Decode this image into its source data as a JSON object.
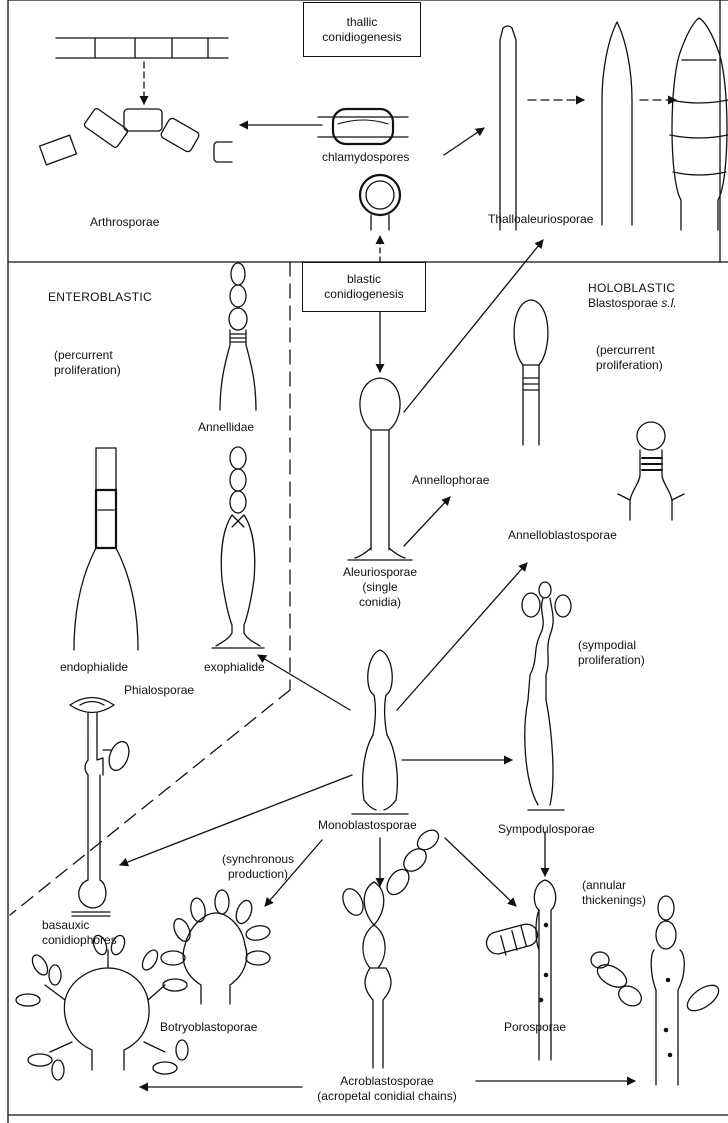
{
  "thallic": {
    "title": [
      "thallic",
      "conidiogenesis"
    ],
    "chlamydospores": "chlamydospores",
    "arthrosporae": "Arthrosporae",
    "thalloaleuriosporae": "Thalloaleuriosporae"
  },
  "blastic": {
    "title": [
      "blastic",
      "conidiogenesis"
    ]
  },
  "enteroblastic": {
    "heading": "ENTEROBLASTIC",
    "percurrent": [
      "(percurrent",
      "proliferation)"
    ],
    "annellidae": "Annellidae",
    "endophialide": "endophialide",
    "exophialide": "exophialide",
    "phialosporae": "Phialosporae"
  },
  "holoblastic": {
    "heading": "HOLOBLASTIC",
    "subheading": "Blastosporae",
    "subheading_italic": "s.l.",
    "percurrent": [
      "(percurrent",
      "proliferation)"
    ],
    "annellophorae": "Annellophorae",
    "annelloblastosporae": "Annelloblastosporae",
    "aleuriosporae": [
      "Aleuriosporae",
      "(single",
      "conidia)"
    ],
    "sympodial": [
      "(sympodial",
      "proliferation)"
    ],
    "sympodulosporae": "Sympodulosporae",
    "monoblastosporae": "Monoblastosporae",
    "basauxic": [
      "basauxic",
      "conidiophores"
    ],
    "synchronous": [
      "(synchronous",
      "production)"
    ],
    "botryoblastoporae": "Botryoblastoporae",
    "annular": [
      "(annular",
      "thickenings)"
    ],
    "porosporae": "Porosporae",
    "acroblastosporae": [
      "Acroblastosporae",
      "(acropetal conidial chains)"
    ]
  }
}
